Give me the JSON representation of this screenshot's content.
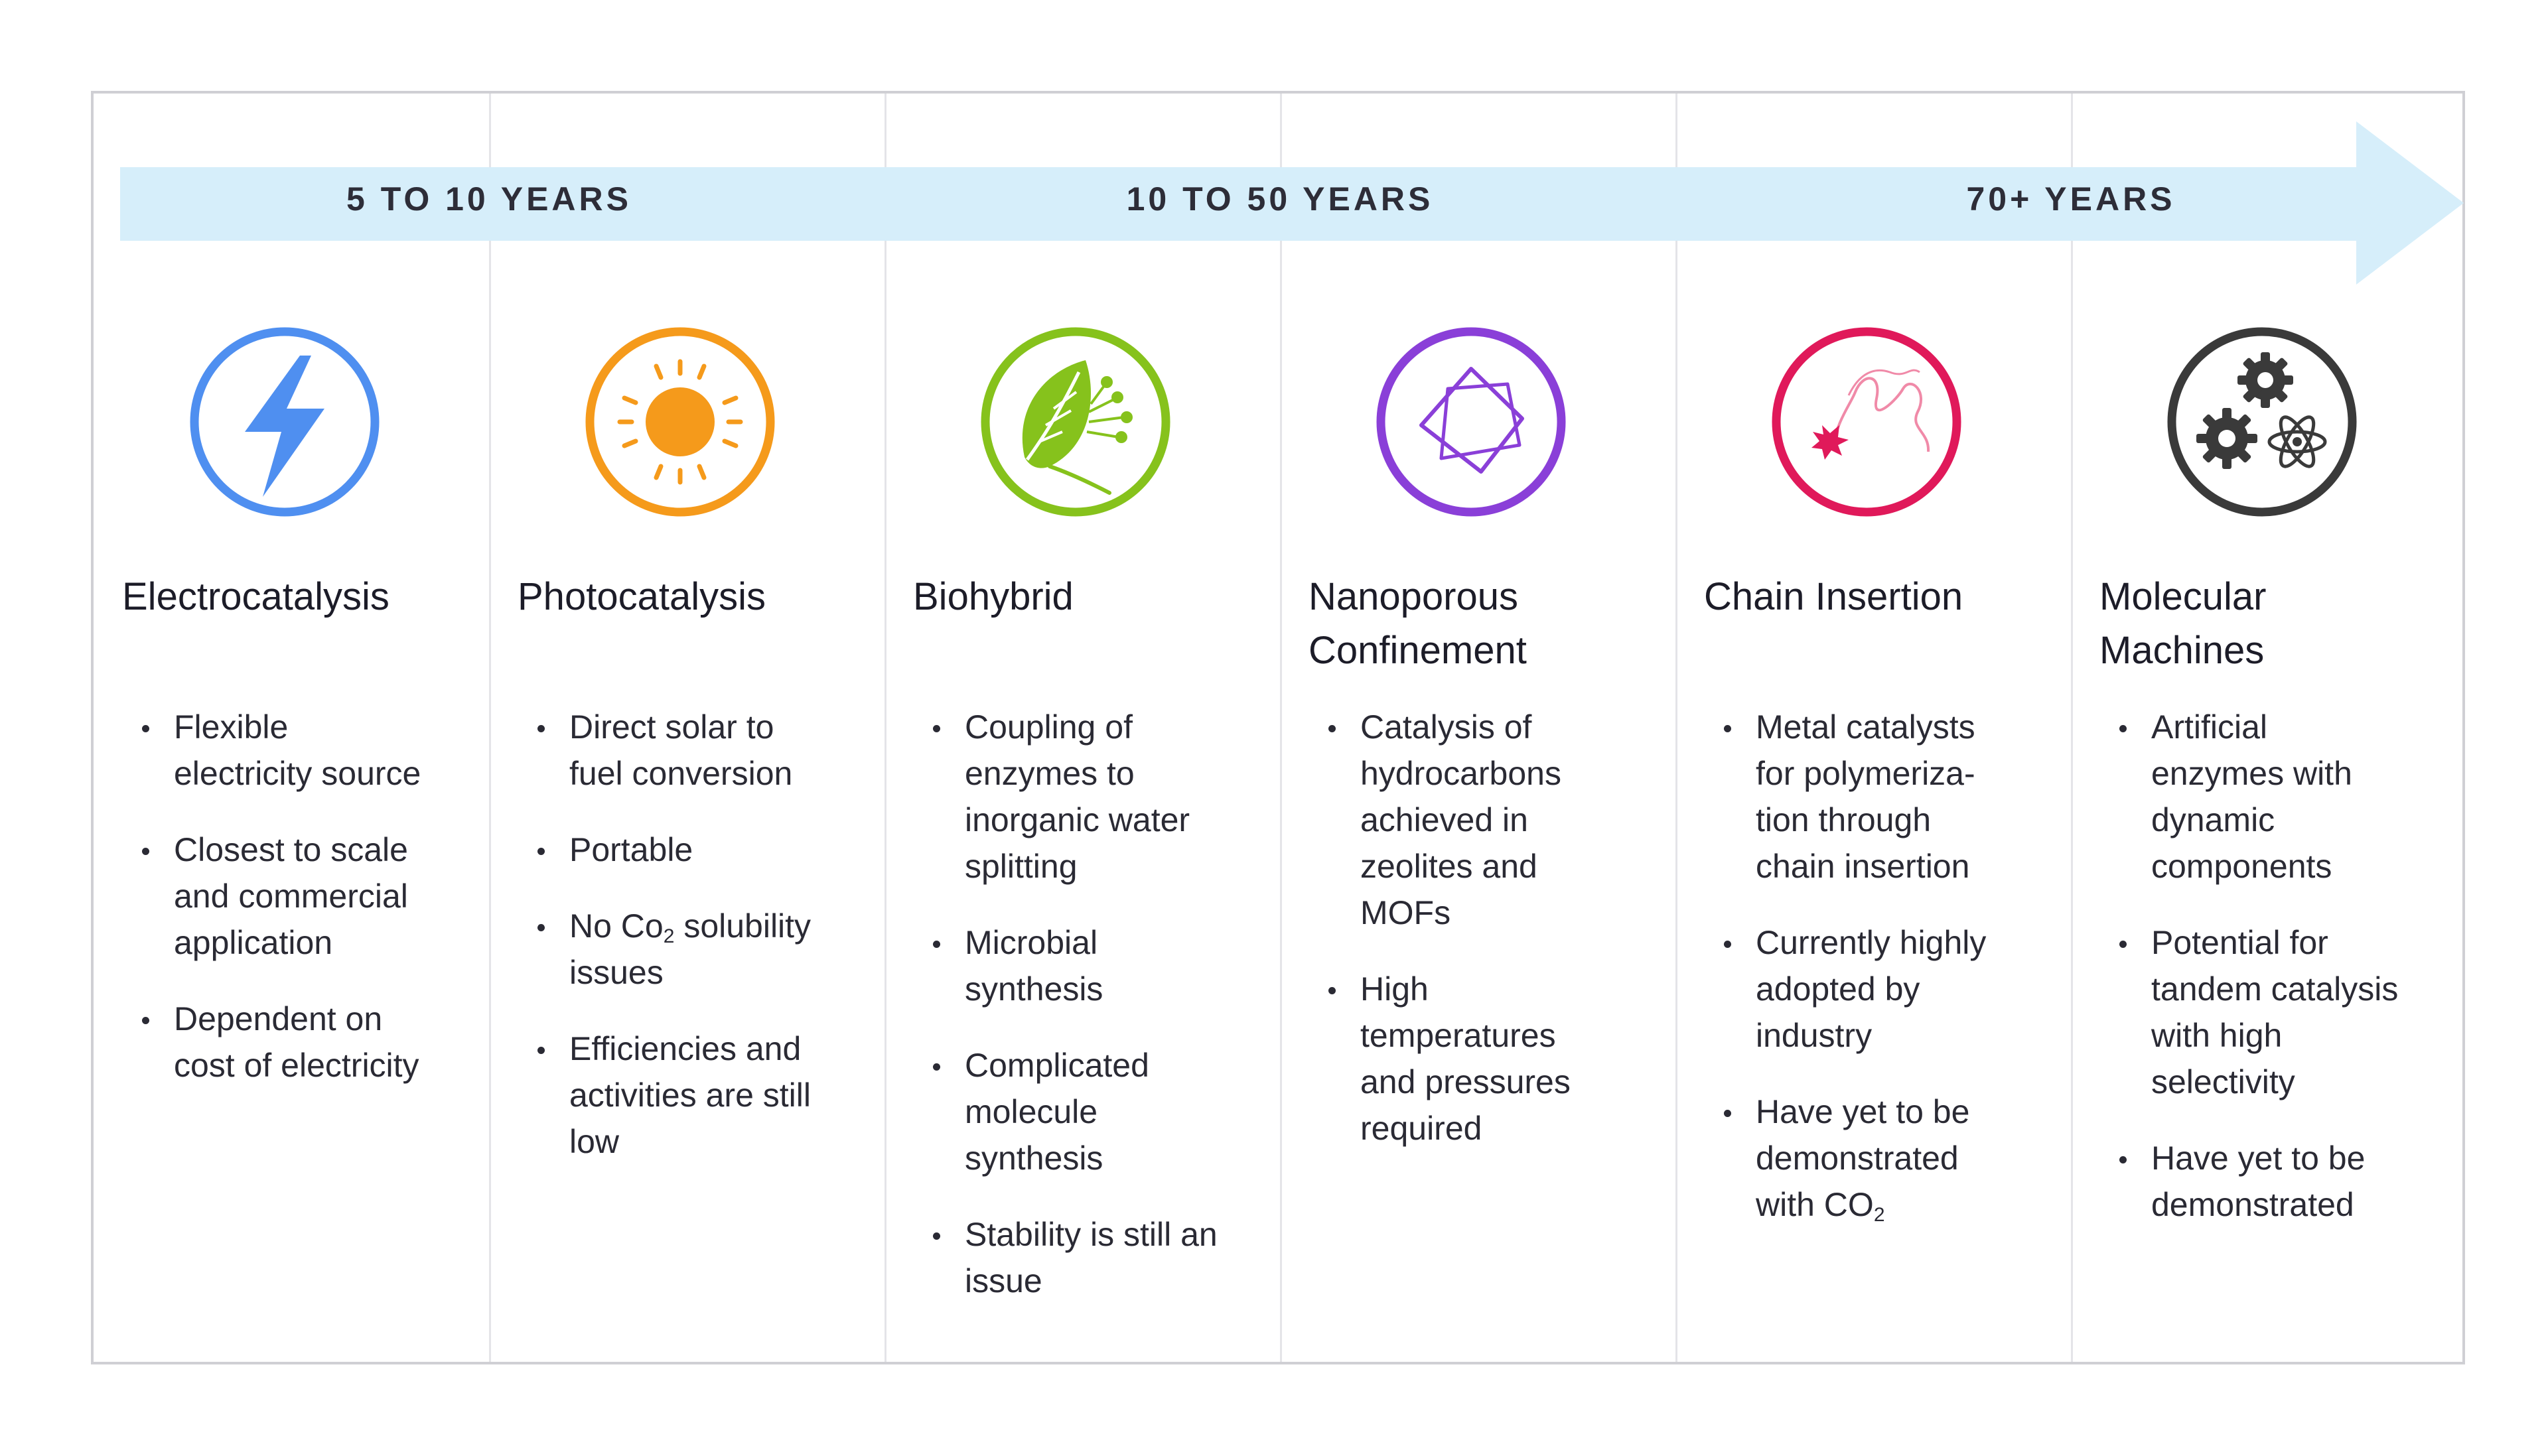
{
  "timeline": {
    "periods": [
      "5 TO 10 YEARS",
      "10 TO 50 YEARS",
      "70+ YEARS"
    ],
    "arrow_color": "#d6eefa"
  },
  "columns": [
    {
      "title_lines": [
        "Electrocatalysis"
      ],
      "icon": "lightning-bolt-icon",
      "color": "#4f8ff0",
      "bullets": [
        [
          "Flexible",
          "electricity source"
        ],
        [
          "Closest to scale",
          "and commercial",
          "application"
        ],
        [
          "Dependent on",
          "cost of electricity"
        ]
      ]
    },
    {
      "title_lines": [
        "Photocatalysis"
      ],
      "icon": "sun-icon",
      "color": "#f59a1b",
      "bullets": [
        [
          "Direct solar to",
          "fuel conversion"
        ],
        [
          "Portable"
        ],
        [
          "No Co₂ solubility",
          "issues"
        ],
        [
          "Efficiencies and",
          "activities are still",
          "low"
        ]
      ]
    },
    {
      "title_lines": [
        "Biohybrid"
      ],
      "icon": "leaf-icon",
      "color": "#86c21c",
      "bullets": [
        [
          "Coupling of",
          "enzymes to",
          "inorganic water",
          "splitting"
        ],
        [
          "Microbial",
          "synthesis"
        ],
        [
          "Complicated",
          "molecule",
          "synthesis"
        ],
        [
          "Stability is still an",
          "issue"
        ]
      ]
    },
    {
      "title_lines": [
        "Nanoporous",
        "Confinement"
      ],
      "icon": "crystal-icon",
      "color": "#8a3fd8",
      "bullets": [
        [
          "Catalysis of",
          "hydrocarbons",
          "achieved in",
          "zeolites and",
          "MOFs"
        ],
        [
          "High",
          "temperatures",
          "and pressures",
          "required"
        ]
      ]
    },
    {
      "title_lines": [
        "Chain Insertion"
      ],
      "icon": "polymer-chain-icon",
      "color": "#e0195a",
      "bullets": [
        [
          "Metal catalysts",
          "for polymeriza-",
          "tion through",
          "chain insertion"
        ],
        [
          "Currently highly",
          "adopted by",
          "industry"
        ],
        [
          "Have yet to be",
          "demonstrated",
          "with CO₂"
        ]
      ]
    },
    {
      "title_lines": [
        "Molecular",
        "Machines"
      ],
      "icon": "gears-atom-icon",
      "color": "#3a3a3a",
      "bullets": [
        [
          "Artificial",
          "enzymes with",
          "dynamic",
          "components"
        ],
        [
          "Potential for",
          "tandem catalysis",
          "with high",
          "selectivity"
        ],
        [
          "Have yet to be",
          "demonstrated"
        ]
      ]
    }
  ]
}
